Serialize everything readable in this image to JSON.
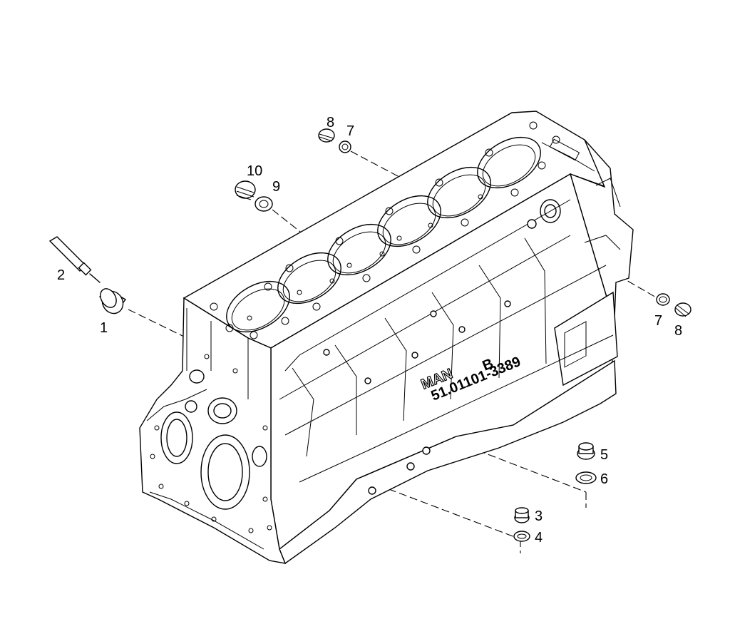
{
  "callouts": {
    "c1": "1",
    "c2": "2",
    "c3": "3",
    "c4": "4",
    "c5": "5",
    "c6": "6",
    "c7_top": "7",
    "c8_top": "8",
    "c7_right": "7",
    "c8_right": "8",
    "c9": "9",
    "c10": "10"
  },
  "engraving": {
    "brand": "MAN",
    "part_number": "51.01101-3389",
    "mark": "B"
  },
  "colors": {
    "line": "#000000",
    "background": "#ffffff"
  }
}
